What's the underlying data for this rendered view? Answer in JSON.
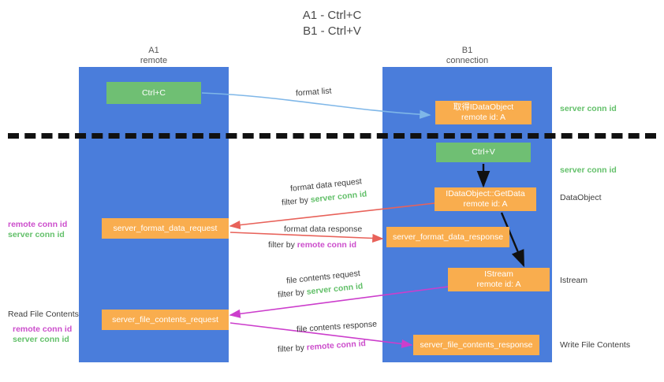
{
  "title": {
    "line1": "A1 - Ctrl+C",
    "line2": "B1 - Ctrl+V"
  },
  "lanes": [
    {
      "name": "A1",
      "sub": "remote"
    },
    {
      "name": "B1",
      "sub": "connection"
    }
  ],
  "boxes": {
    "ctrl_c": "Ctrl+C",
    "ctrl_v": "Ctrl+V",
    "idataobject_title": "取得IDataObject",
    "idataobject_sub": "remote id: A",
    "getdata_title": "IDataObject::GetData",
    "getdata_sub": "remote id: A",
    "istream_title": "IStream",
    "istream_sub": "remote id: A",
    "server_format_data_request": "server_format_data_request",
    "server_format_data_response": "server_format_data_response",
    "server_file_contents_request": "server_file_contents_request",
    "server_file_contents_response": "server_file_contents_response"
  },
  "edge_labels": {
    "format_list": "format list",
    "format_data_request": "format data request",
    "format_data_request_filter_prefix": "filter by ",
    "format_data_request_filter_key": "server conn id",
    "format_data_response": "format data response",
    "format_data_response_filter_prefix": "filter by ",
    "format_data_response_filter_key": "remote conn id",
    "file_contents_request": "file contents request",
    "file_contents_request_filter_prefix": "filter by ",
    "file_contents_request_filter_key": "server conn id",
    "file_contents_response": "file contents response",
    "file_contents_response_filter_prefix": "filter by ",
    "file_contents_response_filter_key": "remote conn id"
  },
  "right_labels": {
    "server_conn_id_top": "server conn id",
    "server_conn_id_mid": "server conn id",
    "dataobject": "DataObject",
    "istream": "Istream",
    "write_file_contents": "Write File Contents"
  },
  "left_labels": {
    "remote_conn_id_mid": "remote conn id",
    "server_conn_id_mid": "server conn id",
    "read_file_contents": "Read File Contents",
    "remote_conn_id_bottom": "remote conn id",
    "server_conn_id_bottom": "server conn id"
  },
  "colors": {
    "lane": "#4a7ddb",
    "orange": "#f9ad4e",
    "green_box": "#6fbf73",
    "green_text": "#63c06a",
    "magenta_text": "#cc4ecc",
    "arrow_blue": "#7fb7e8",
    "arrow_red": "#e8625a",
    "arrow_magenta": "#cc3ecc",
    "arrow_black": "#111111"
  }
}
